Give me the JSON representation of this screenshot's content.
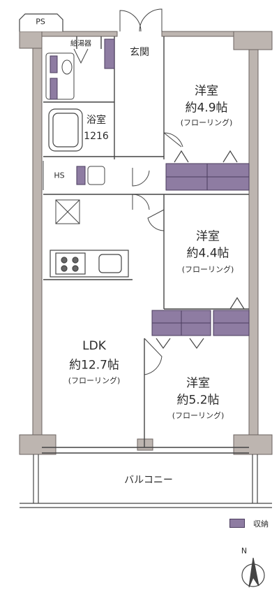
{
  "labels": {
    "ps": "PS",
    "water_heater": "給湯器",
    "entrance": "玄関",
    "bath": "浴室",
    "bath_size": "1216",
    "hs": "HS",
    "room1_name": "洋室",
    "room1_size": "約4.9帖",
    "room1_floor": "(フローリング)",
    "room2_name": "洋室",
    "room2_size": "約4.4帖",
    "room2_floor": "(フローリング)",
    "ldk_name": "LDK",
    "ldk_size": "約12.7帖",
    "ldk_floor": "(フローリング)",
    "room3_name": "洋室",
    "room3_size": "約5.2帖",
    "room3_floor": "(フローリング)",
    "balcony": "バルコニー"
  },
  "legend": {
    "label": "収納",
    "color": "#8e7ca2"
  },
  "compass": {
    "label": "N"
  },
  "colors": {
    "wall": "#bdb5b0",
    "wall_edge": "#6b6360",
    "storage": "#8e7ca2",
    "line": "#444444"
  }
}
